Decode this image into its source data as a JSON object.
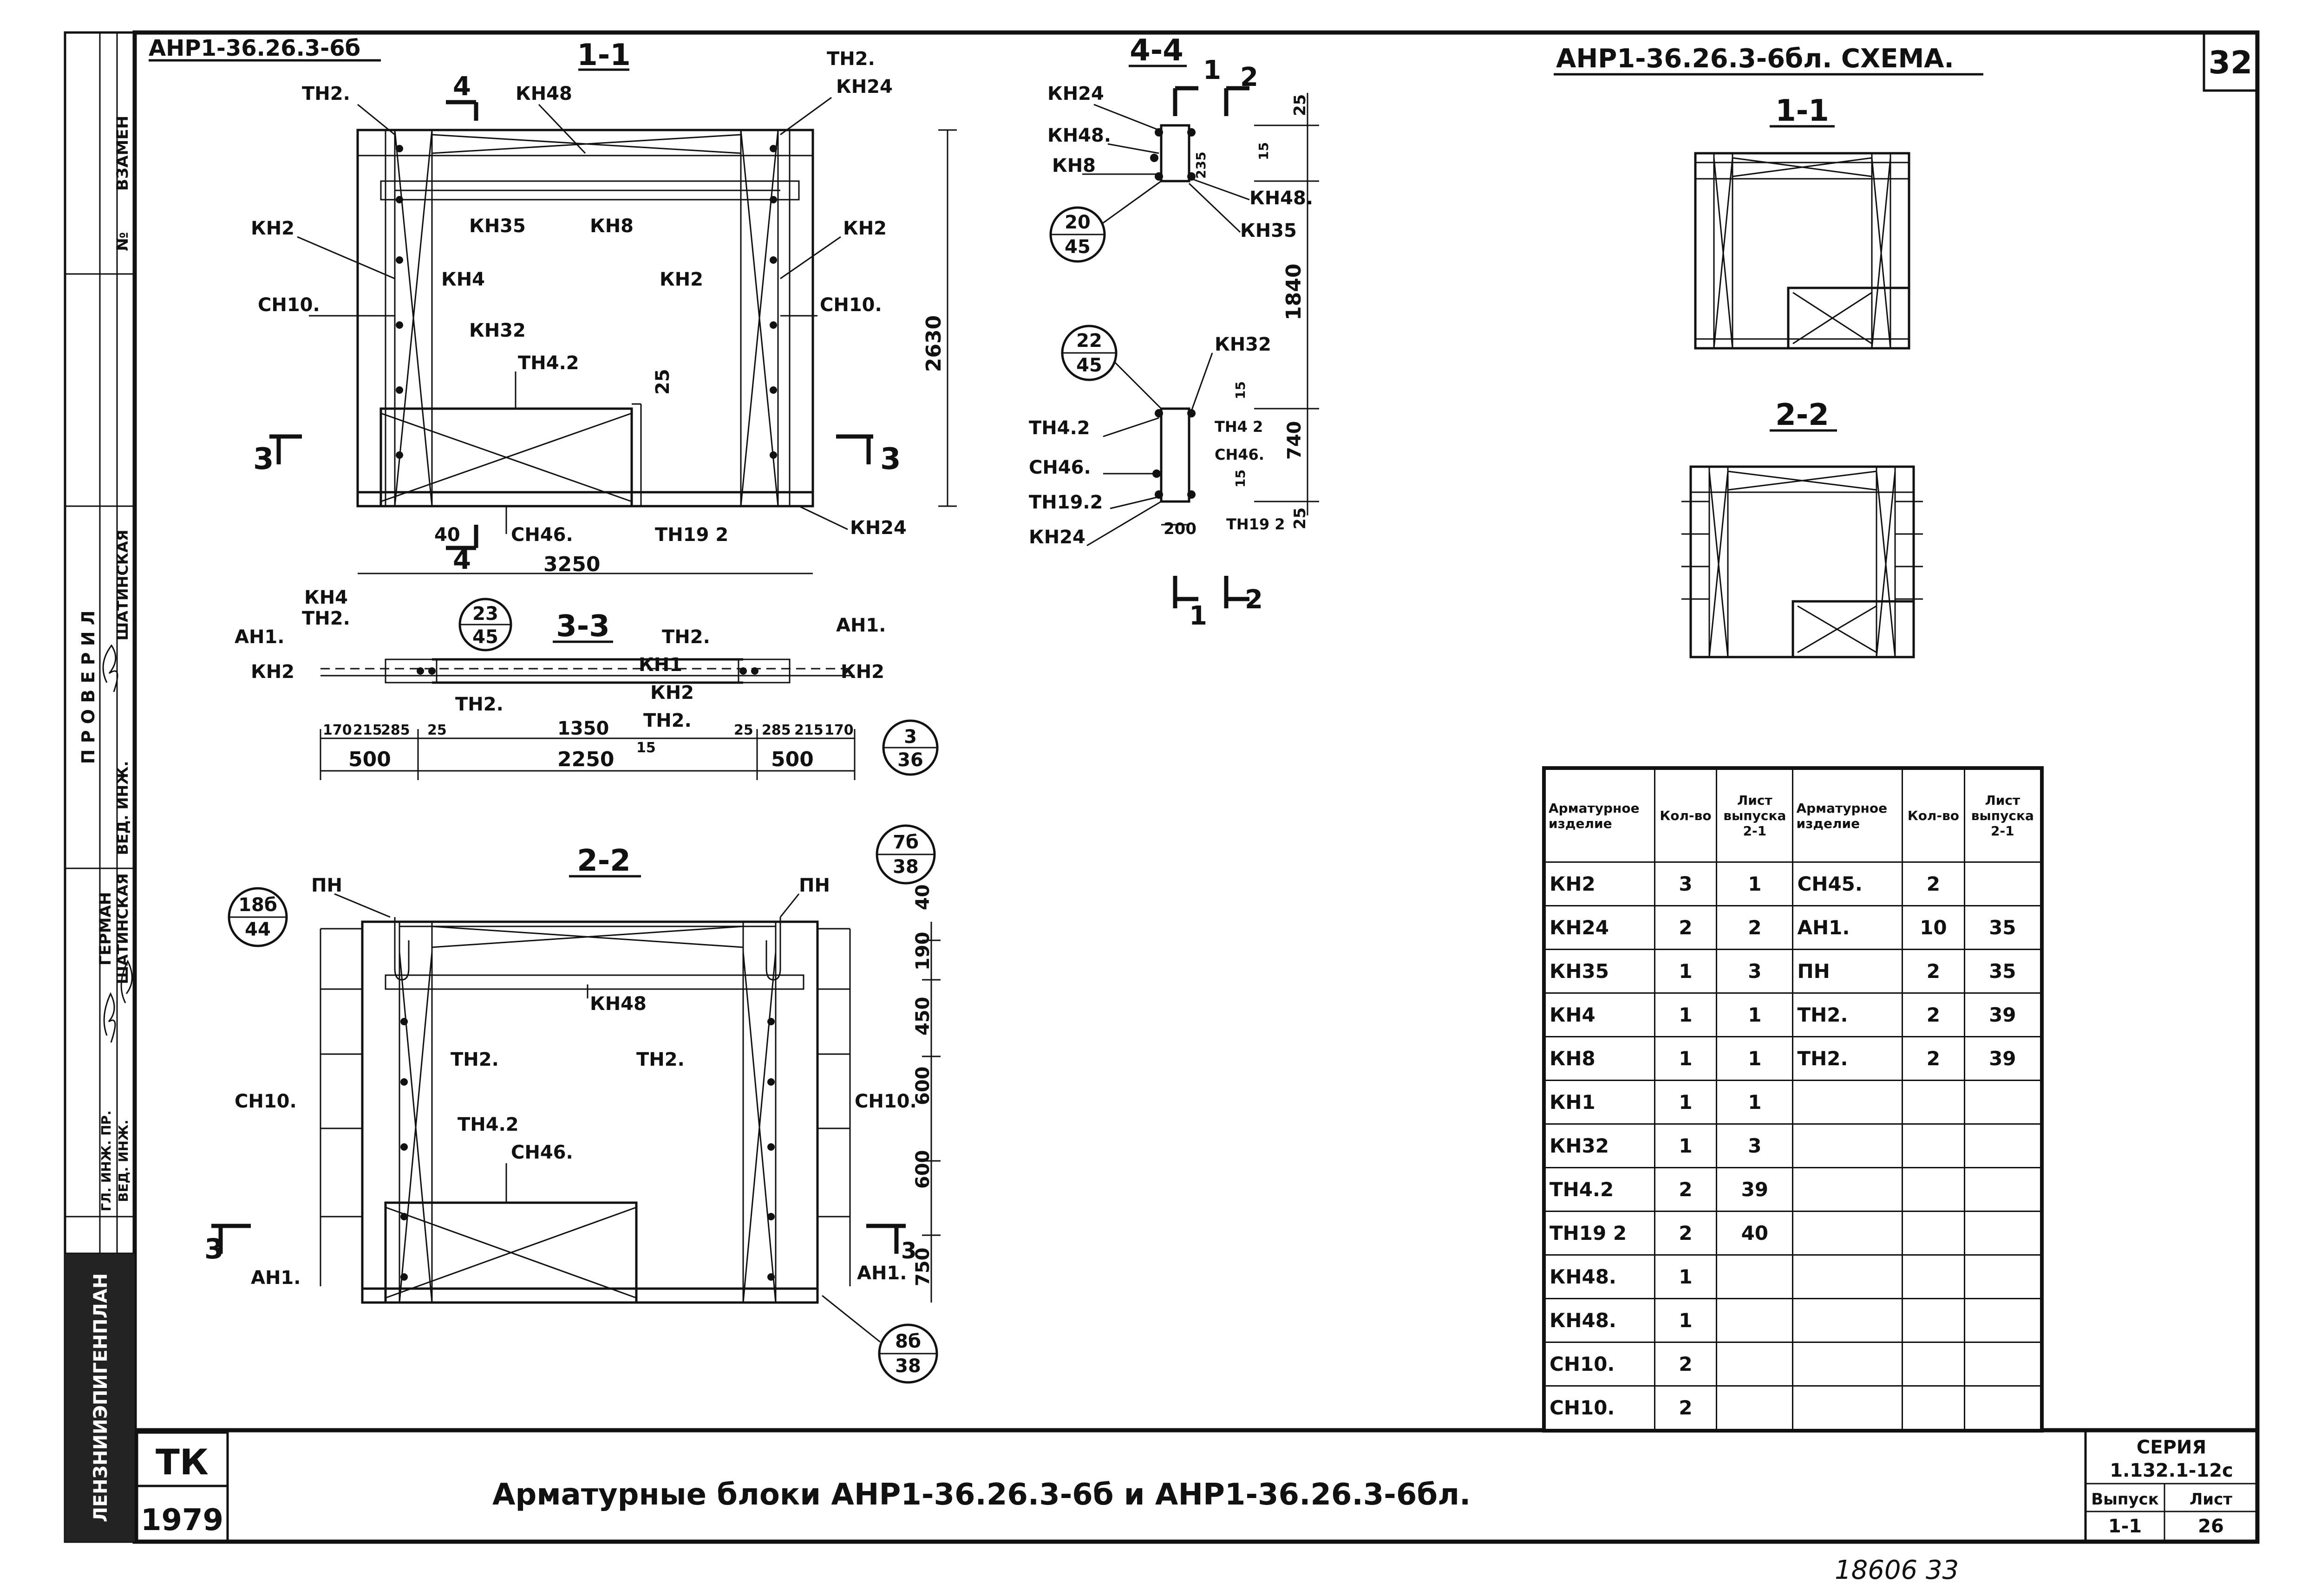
{
  "sheet_number": "32",
  "left_stamp": {
    "vzamen": "ВЗАМЕН",
    "no": "№",
    "proveril": "П Р О В Е Р И Л",
    "vedinzh": "ВЕД. ИНЖ.",
    "shatinskaya_top": "ШАТИНСКАЯ",
    "german": "ГЕРМАН",
    "shatinskaya_mid": "ШАТИНСКАЯ",
    "gl_inzh_pr": "ГЛ. ИНЖ. ПР.",
    "ved_inzh2": "ВЕД. ИНЖ.",
    "block_text": "ЛЕНЗНИИЭПИГЕНПЛАН"
  },
  "view_1_1_main": {
    "header": "АНР1-36.26.3-6б",
    "section": "1-1",
    "labels": [
      "ТН2.",
      "КН48",
      "ТН2.",
      "КН24",
      "КН2",
      "КН35",
      "КН8",
      "КН2",
      "СН10.",
      "КН4",
      "КН2",
      "СН10.",
      "КН32",
      "ТН4.2",
      "КН24",
      "СН46.",
      "ТН19 2"
    ],
    "dims": {
      "height": "2630",
      "width": "3250",
      "d40": "40",
      "d25": "25"
    },
    "cut": [
      "4",
      "4",
      "3",
      "3"
    ]
  },
  "view_3_3": {
    "section": "3-3",
    "bubble_top": "23",
    "bubble_bottom": "45",
    "bubble2_top": "3",
    "bubble2_bottom": "36",
    "labels": [
      "КН4",
      "ТН2.",
      "АН1.",
      "КН2",
      "ТН2.",
      "КН1",
      "КН2",
      "ТН2.",
      "ТН2.",
      "АН1.",
      "КН2"
    ],
    "dims": [
      "170",
      "215",
      "285",
      "25",
      "1350",
      "25",
      "285",
      "215",
      "170"
    ],
    "totals": [
      "500",
      "2250",
      "500"
    ],
    "d15": "15"
  },
  "view_2_2_main": {
    "section": "2-2",
    "labels": [
      "ПН",
      "ПН",
      "КН48",
      "ТН2.",
      "ТН2.",
      "СН10.",
      "СН10.",
      "ТН4.2",
      "СН46.",
      "АН1.",
      "АН1."
    ],
    "bubble_l_top": "18б",
    "bubble_l_bottom": "44",
    "bubble_r_top": "7б",
    "bubble_r_bottom": "38",
    "bubble_br_top": "8б",
    "bubble_br_bottom": "38",
    "dims": [
      "40",
      "190",
      "450",
      "600",
      "600",
      "750"
    ],
    "cut": [
      "3",
      "3"
    ]
  },
  "view_4_4": {
    "section": "4-4",
    "cut": [
      "1",
      "2",
      "1",
      "2"
    ],
    "labels": [
      "КН24",
      "КН48.",
      "КН8",
      "КН48.",
      "КН35",
      "КН32",
      "ТН4.2",
      "СН46.",
      "ТН19.2",
      "КН24",
      "ТН4 2",
      "СН46.",
      "ТН19 2"
    ],
    "bubble1_top": "20",
    "bubble1_bottom": "45",
    "bubble2_top": "22",
    "bubble2_bottom": "45",
    "dims": [
      "25",
      "235",
      "15",
      "1840",
      "15",
      "740",
      "15",
      "25",
      "200"
    ]
  },
  "scheme": {
    "title": "АНР1-36.26.3-6бл.  СХЕМА.",
    "s11": "1-1",
    "s22": "2-2"
  },
  "spec_table": {
    "headers": [
      "Арматурное изделие",
      "Кол-во",
      "Лист выпуска 2-1",
      "Арматурное изделие",
      "Кол-во",
      "Лист выпуска 2-1"
    ],
    "rows": [
      [
        "КН2",
        "3",
        "1",
        "СН45.",
        "2",
        ""
      ],
      [
        "КН24",
        "2",
        "2",
        "АН1.",
        "10",
        "35"
      ],
      [
        "КН35",
        "1",
        "3",
        "ПН",
        "2",
        "35"
      ],
      [
        "КН4",
        "1",
        "1",
        "ТН2.",
        "2",
        "39"
      ],
      [
        "КН8",
        "1",
        "1",
        "ТН2.",
        "2",
        "39"
      ],
      [
        "КН1",
        "1",
        "1",
        "",
        "",
        ""
      ],
      [
        "КН32",
        "1",
        "3",
        "",
        "",
        ""
      ],
      [
        "ТН4.2",
        "2",
        "39",
        "",
        "",
        ""
      ],
      [
        "ТН19 2",
        "2",
        "40",
        "",
        "",
        ""
      ],
      [
        "КН48.",
        "1",
        "",
        "",
        "",
        ""
      ],
      [
        "КН48.",
        "1",
        "",
        "",
        "",
        ""
      ],
      [
        "СН10.",
        "2",
        "",
        "",
        "",
        ""
      ],
      [
        "СН10.",
        "2",
        "",
        "",
        "",
        ""
      ]
    ]
  },
  "title_block": {
    "logo_top": "ТК",
    "logo_bottom": "1979",
    "title": "Арматурные блоки  АНР1-36.26.3-6б  и  АНР1-36.26.3-6бл.",
    "seria_label": "СЕРИЯ",
    "seria_value": "1.132.1-12с",
    "vypusk_label": "Выпуск",
    "vypusk_value": "1-1",
    "list_label": "Лист",
    "list_value": "26"
  },
  "archive_number": "18606  33"
}
